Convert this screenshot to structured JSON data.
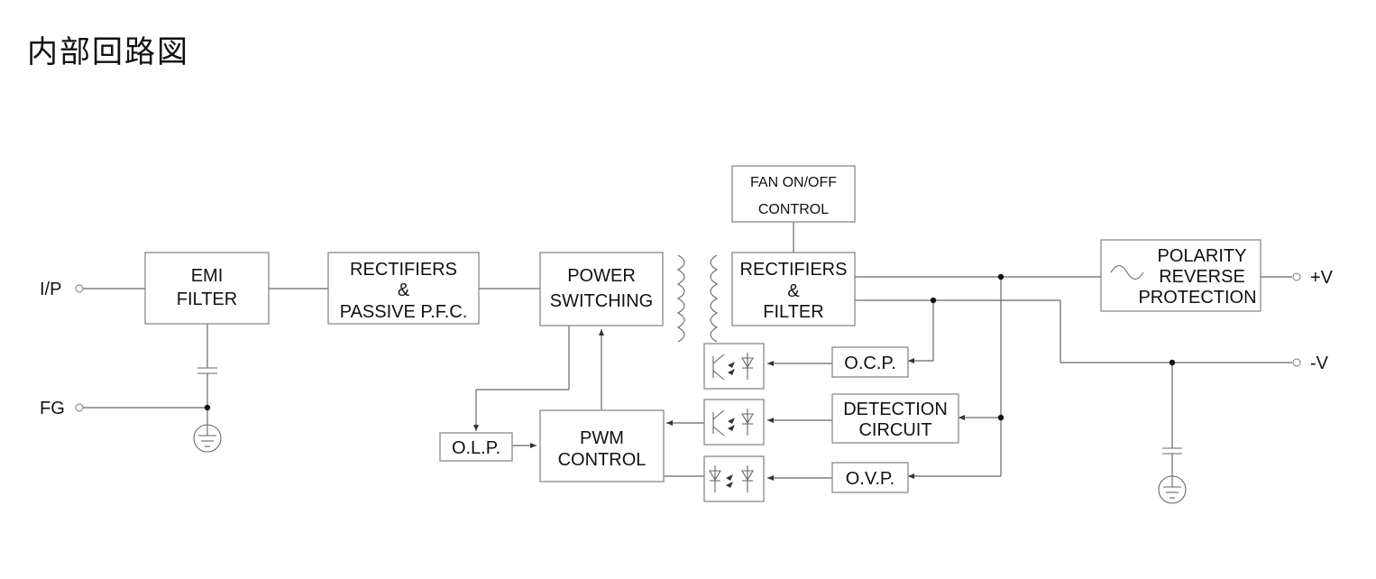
{
  "title": "内部回路図",
  "terminals": {
    "input": "I/P",
    "fg": "FG",
    "pos_out": "+V",
    "neg_out": "-V"
  },
  "blocks": {
    "emi_filter": [
      "EMI",
      "FILTER"
    ],
    "rect_pfc": [
      "RECTIFIERS",
      "&",
      "PASSIVE P.F.C."
    ],
    "power_switching": [
      "POWER",
      "SWITCHING"
    ],
    "rect_filter": [
      "RECTIFIERS",
      "&",
      "FILTER"
    ],
    "fan_control": [
      "FAN ON/OFF",
      "CONTROL"
    ],
    "polarity": [
      "POLARITY",
      "REVERSE",
      "PROTECTION"
    ],
    "ocp": "O.C.P.",
    "detection": [
      "DETECTION",
      "CIRCUIT"
    ],
    "ovp": "O.V.P.",
    "pwm_control": [
      "PWM",
      "CONTROL"
    ],
    "olp": "O.L.P."
  },
  "colors": {
    "line": "#666666",
    "block_border": "#888888",
    "text": "#111111"
  }
}
